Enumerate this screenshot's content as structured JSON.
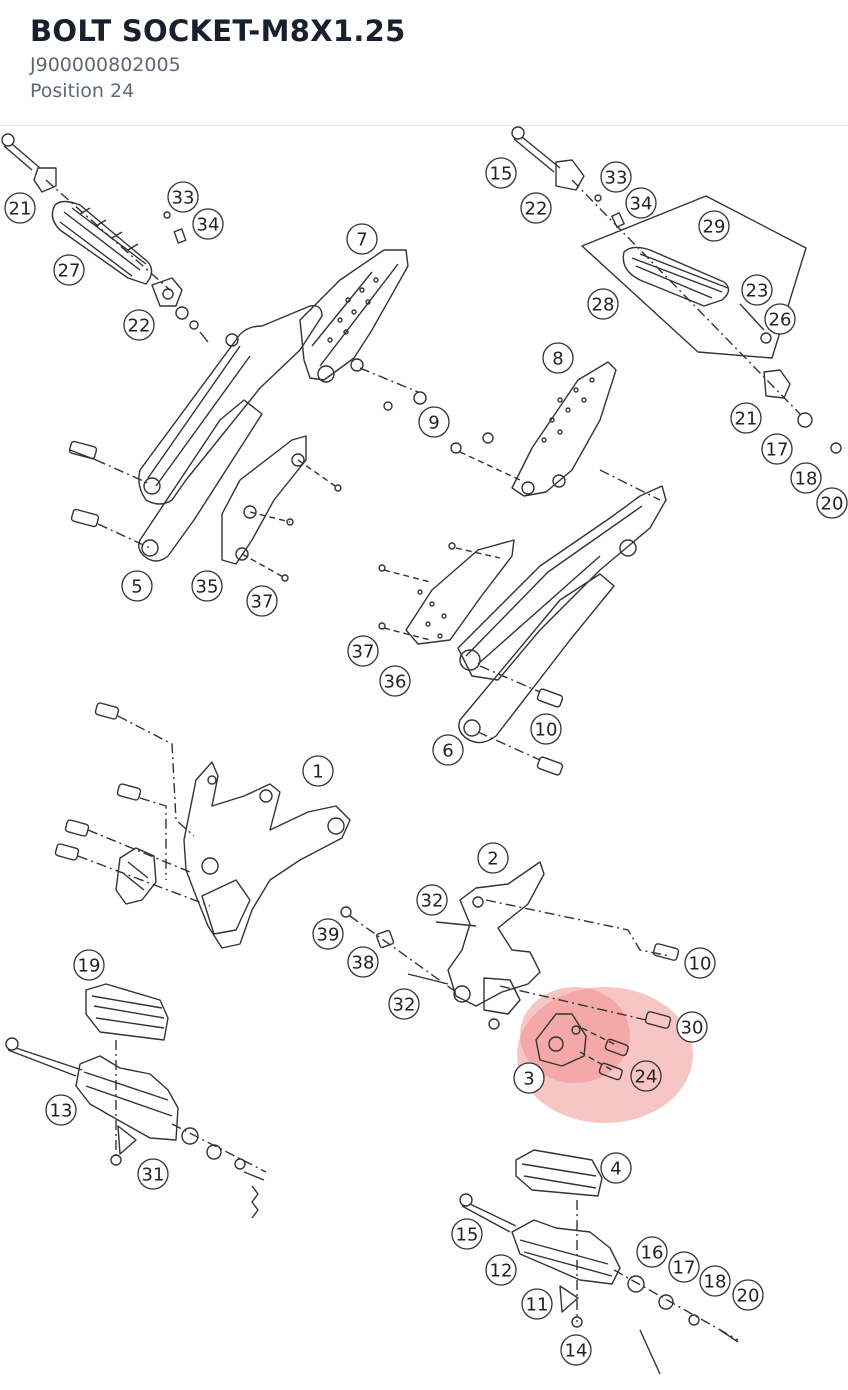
{
  "header": {
    "title": "BOLT SOCKET-M8X1.25",
    "part_number": "J900000802005",
    "position_label": "Position",
    "position_value": "24"
  },
  "colors": {
    "highlight": "#f28b8b",
    "line": "#333333"
  },
  "callouts": [
    "1",
    "2",
    "3",
    "4",
    "5",
    "6",
    "7",
    "8",
    "9",
    "10",
    "10",
    "11",
    "12",
    "13",
    "14",
    "15",
    "15",
    "16",
    "17",
    "17",
    "18",
    "18",
    "19",
    "20",
    "20",
    "21",
    "21",
    "22",
    "22",
    "23",
    "24",
    "26",
    "27",
    "28",
    "29",
    "30",
    "31",
    "32",
    "32",
    "33",
    "33",
    "34",
    "34",
    "35",
    "36",
    "37",
    "37",
    "38",
    "39"
  ],
  "highlighted_callout": "24"
}
